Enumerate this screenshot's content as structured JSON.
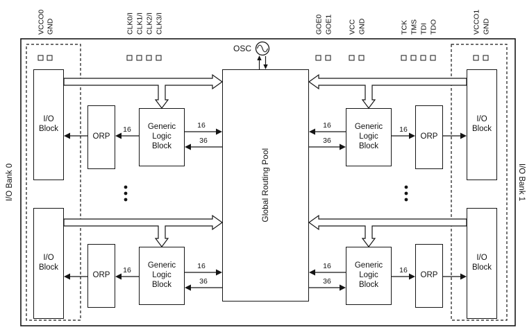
{
  "banks": {
    "left": "I/O Bank 0",
    "right": "I/O Bank 1"
  },
  "osc": {
    "label": "OSC"
  },
  "grp": {
    "label": "Global Routing Pool"
  },
  "blocks": {
    "io": "I/O\nBlock",
    "orp": "ORP",
    "glb": "Generic\nLogic\nBlock"
  },
  "buses": {
    "glb_out": "16",
    "grp_in": "36",
    "orp_in": "16"
  },
  "pins": {
    "left_power": [
      "VCCO0",
      "GND"
    ],
    "clocks": [
      "CLK0/I",
      "CLK1/I",
      "CLK2/I",
      "CLK3/I"
    ],
    "goe": [
      "GOE0",
      "GOE1"
    ],
    "power": [
      "VCC",
      "GND"
    ],
    "jtag": [
      "TCK",
      "TMS",
      "TDI",
      "TDO"
    ],
    "right_power": [
      "VCCO1",
      "GND"
    ]
  }
}
